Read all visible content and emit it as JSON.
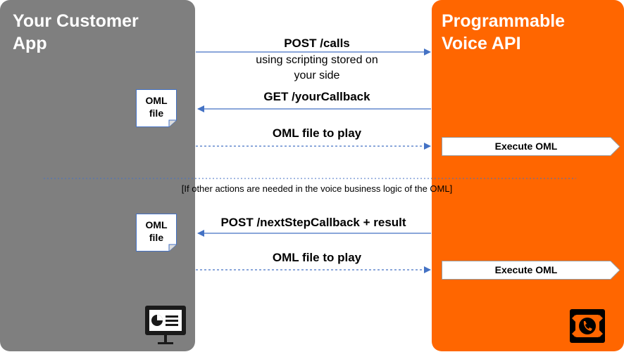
{
  "left_panel": {
    "title": "Your Customer\nApp",
    "icon": "presentation-board-icon"
  },
  "right_panel": {
    "title": "Programmable\nVoice API",
    "icon": "phone-call-icon"
  },
  "messages": [
    {
      "label": "POST /calls",
      "sublabel": "using scripting stored on\nyour side",
      "direction": "right",
      "style": "solid"
    },
    {
      "label": "GET /yourCallback",
      "direction": "left",
      "style": "solid"
    },
    {
      "label": "OML file to play",
      "direction": "right",
      "style": "dashed"
    },
    {
      "label": "POST /nextStepCallback + result",
      "direction": "left",
      "style": "solid"
    },
    {
      "label": "OML file to play",
      "direction": "right",
      "style": "dashed"
    }
  ],
  "separator_note": "[If other actions are needed in the voice business logic of the OML]",
  "documents": [
    {
      "label": "OML\nfile",
      "icon": "document-icon"
    },
    {
      "label": "OML\nfile",
      "icon": "document-icon"
    }
  ],
  "execute_boxes": [
    {
      "label": "Execute OML"
    },
    {
      "label": "Execute OML"
    }
  ],
  "colors": {
    "left_panel": "#7f7f7f",
    "right_panel": "#ff6600",
    "arrow": "#4472c4"
  }
}
